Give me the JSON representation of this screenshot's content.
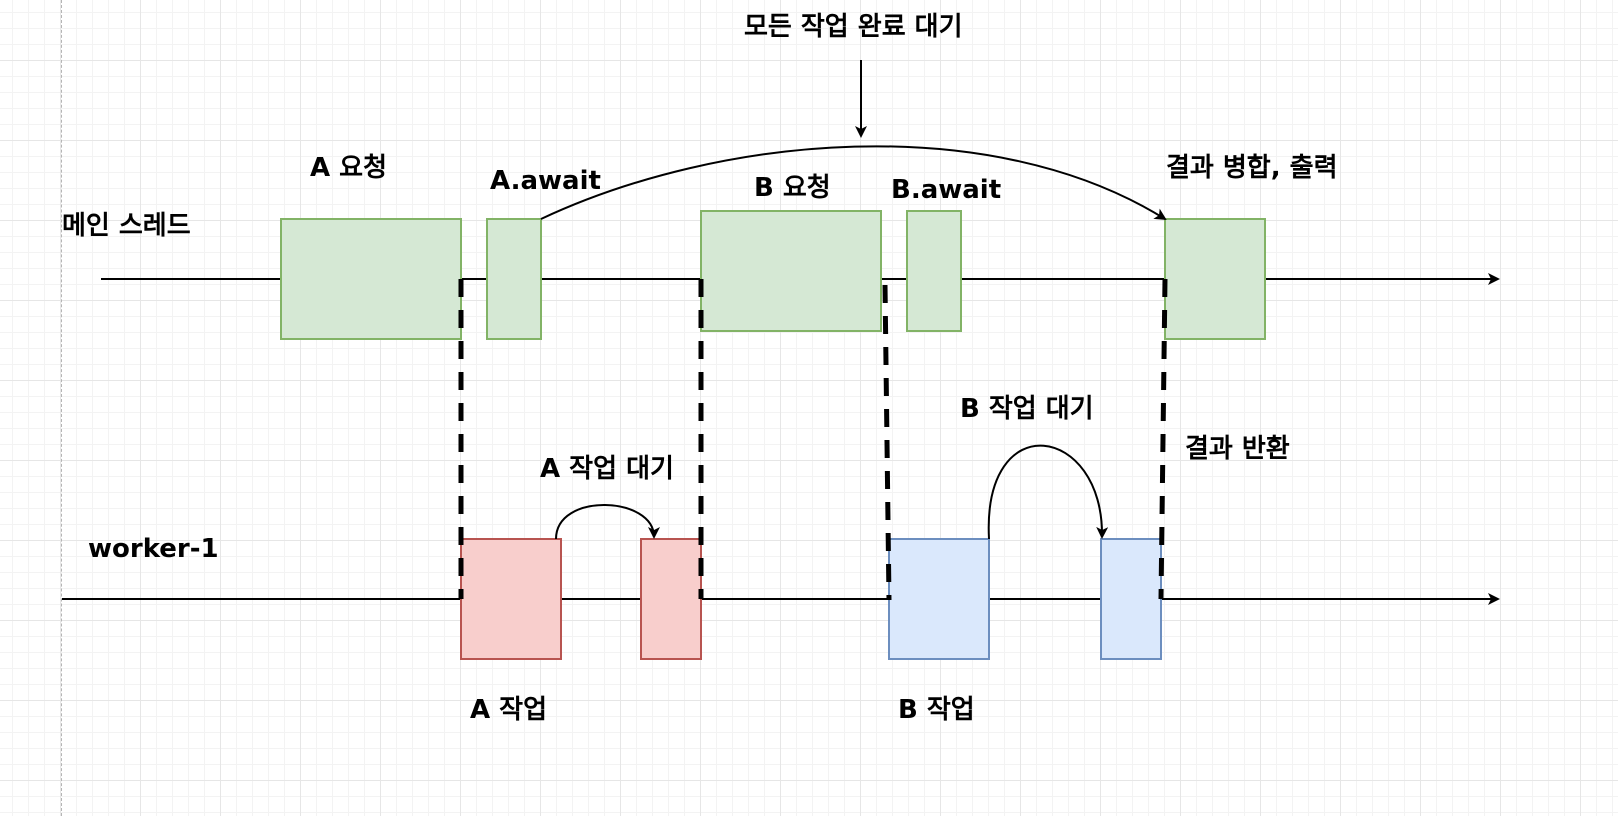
{
  "labels": {
    "main_thread": "메인 스레드",
    "worker": "worker-1",
    "a_request": "A 요청",
    "a_await": "A.await",
    "b_request": "B 요청",
    "b_await": "B.await",
    "wait_all": "모든 작업 완료 대기",
    "merge_output": "결과 병합, 출력",
    "a_task_wait": "A 작업 대기",
    "b_task_wait": "B 작업 대기",
    "return_result": "결과 반환",
    "a_task": "A 작업",
    "b_task": "B 작업"
  },
  "colors": {
    "green_fill": "#d5e8d4",
    "green_stroke": "#82b366",
    "red_fill": "#f8cecc",
    "red_stroke": "#b85450",
    "blue_fill": "#dae8fc",
    "blue_stroke": "#6c8ebf",
    "line": "#000000"
  }
}
